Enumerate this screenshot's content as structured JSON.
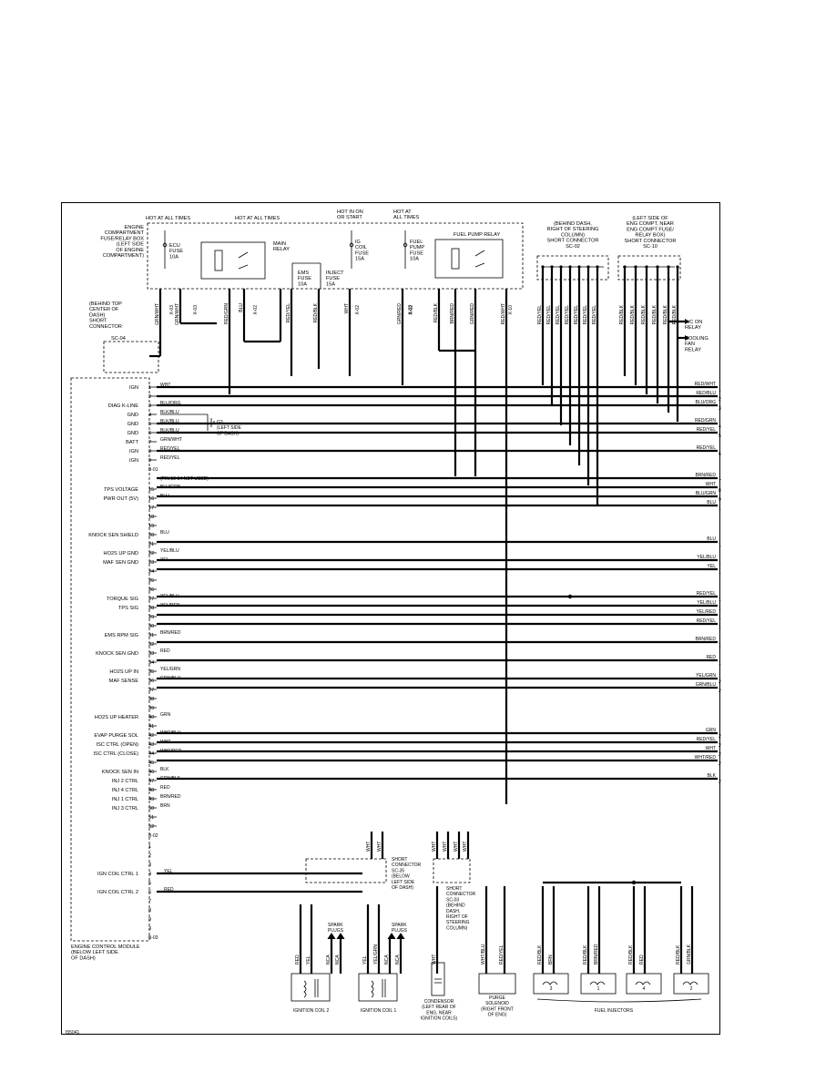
{
  "top_labels": {
    "hot1": "HOT AT ALL TIMES",
    "hot2": "HOT AT ALL TIMES",
    "hot_ign": [
      "HOT IN ON",
      "OR START"
    ],
    "hot3": [
      "HOT AT",
      "ALL TIMES"
    ],
    "fuse_box": [
      "ENGINE",
      "COMPARTMENT",
      "FUSE/RELAY BOX",
      "(LEFT SIDE",
      "OF ENGINE",
      "COMPARTMENT)"
    ],
    "ecu_fuse": [
      "ECU",
      "FUSE",
      "10A"
    ],
    "main_relay": [
      "MAIN",
      "RELAY"
    ],
    "ems_fuse": [
      "EMS",
      "FUSE",
      "10A"
    ],
    "inject_fuse": [
      "INJECT",
      "FUSE",
      "15A"
    ],
    "ig_coil_fuse": [
      "IG",
      "COIL",
      "FUSE",
      "15A"
    ],
    "fuel_pump_fuse": [
      "FUEL",
      "PUMP",
      "FUSE",
      "10A"
    ],
    "fuel_pump_relay": "FUEL PUMP RELAY",
    "sc02_label": [
      "(BEHIND DASH,",
      "RIGHT OF STEERING",
      "COLUMN)",
      "SHORT CONNECTOR",
      "SC-02"
    ],
    "sc10_label": [
      "(LEFT SIDE OF",
      "ENG COMPT, NEAR",
      "ENG COMPT FUSE/",
      "RELAY BOX)",
      "SHORT CONNECTOR",
      "SC-10"
    ],
    "sc04_label": [
      "(BEHIND TOP",
      "CENTER OF",
      "DASH)",
      "SHORT",
      "CONNECTOR"
    ],
    "sc04": "SC-04",
    "ac_relay": [
      "A/C ON",
      "RELAY"
    ],
    "cooling_relay": [
      "COOLING",
      "FAN",
      "RELAY"
    ],
    "x03": [
      "X-03",
      "X-03",
      "X-02",
      "X-02",
      "X-02",
      "X-03",
      "X-10"
    ]
  },
  "top_wires": [
    "GRN/WHT",
    "GRN/WHT",
    "RED/GRN",
    "BLU",
    "RED/YEL",
    "RED/BLK",
    "WHT",
    "GRN/RED",
    "RED/BLK",
    "BRN/RED",
    "GRN/RED",
    "RED/WHT"
  ],
  "sc02_wires": [
    "RED/YEL",
    "RED/YEL",
    "RED/YEL",
    "RED/YEL",
    "RED/YEL",
    "RED/YEL",
    "RED/YEL"
  ],
  "sc10_wires": [
    "RED/BLK",
    "RED/BLK",
    "RED/BLK",
    "RED/BLK",
    "RED/BLK",
    "RED/BLK"
  ],
  "ecm_pins": [
    {
      "pin": "1",
      "wire": "WHT",
      "func": "IGN"
    },
    {
      "pin": "2",
      "wire": "",
      "func": ""
    },
    {
      "pin": "3",
      "wire": "BLU/ORG",
      "func": "DIAG K-LINE"
    },
    {
      "pin": "4",
      "wire": "BLK/BLU",
      "func": "GND"
    },
    {
      "pin": "5",
      "wire": "BLK/BLU",
      "func": "GND"
    },
    {
      "pin": "6",
      "wire": "BLK/BLU",
      "func": "GND"
    },
    {
      "pin": "7",
      "wire": "GRN/WHT",
      "func": "BATT"
    },
    {
      "pin": "8",
      "wire": "RED/YEL",
      "func": "IGN"
    },
    {
      "pin": "9",
      "wire": "RED/YEL",
      "func": "IGN"
    },
    {
      "pin": "15",
      "wire": "BLU/GRN",
      "func": "TPS VOLTAGE"
    },
    {
      "pin": "16",
      "wire": "BLU",
      "func": "PWR OUT (5V)"
    },
    {
      "pin": "17",
      "wire": "",
      "func": ""
    },
    {
      "pin": "18",
      "wire": "",
      "func": ""
    },
    {
      "pin": "19",
      "wire": "",
      "func": ""
    },
    {
      "pin": "20",
      "wire": "BLU",
      "func": "KNOCK SEN SHIELD"
    },
    {
      "pin": "21",
      "wire": "",
      "func": ""
    },
    {
      "pin": "22",
      "wire": "YEL/BLU",
      "func": "HO2S UP GND"
    },
    {
      "pin": "23",
      "wire": "YEL",
      "func": "MAF SEN GND"
    },
    {
      "pin": "24",
      "wire": "",
      "func": ""
    },
    {
      "pin": "25",
      "wire": "",
      "func": ""
    },
    {
      "pin": "26",
      "wire": "",
      "func": ""
    },
    {
      "pin": "27",
      "wire": "YEL/BLU",
      "func": "TORQUE SIG"
    },
    {
      "pin": "28",
      "wire": "YEL/RED",
      "func": "TPS SIG"
    },
    {
      "pin": "29",
      "wire": "",
      "func": ""
    },
    {
      "pin": "30",
      "wire": "",
      "func": ""
    },
    {
      "pin": "31",
      "wire": "BRN/RED",
      "func": "EMS RPM SIG"
    },
    {
      "pin": "32",
      "wire": "",
      "func": ""
    },
    {
      "pin": "33",
      "wire": "RED",
      "func": "KNOCK SEN GND"
    },
    {
      "pin": "34",
      "wire": "",
      "func": ""
    },
    {
      "pin": "35",
      "wire": "YEL/GRN",
      "func": "HO2S UP IN"
    },
    {
      "pin": "36",
      "wire": "GRN/BLU",
      "func": "MAF SENSE"
    },
    {
      "pin": "37",
      "wire": "",
      "func": ""
    },
    {
      "pin": "38",
      "wire": "",
      "func": ""
    },
    {
      "pin": "39",
      "wire": "",
      "func": ""
    },
    {
      "pin": "40",
      "wire": "GRN",
      "func": "HO2S UP HEATER"
    },
    {
      "pin": "41",
      "wire": "",
      "func": ""
    },
    {
      "pin": "42",
      "wire": "WHT/BLU",
      "func": "EVAP PURGE SOL"
    },
    {
      "pin": "43",
      "wire": "WHT",
      "func": "ISC CTRL (OPEN)"
    },
    {
      "pin": "44",
      "wire": "WHT/RED",
      "func": "ISC CTRL (CLOSE)"
    },
    {
      "pin": "45",
      "wire": "",
      "func": ""
    },
    {
      "pin": "46",
      "wire": "BLK",
      "func": "KNOCK SEN IN"
    },
    {
      "pin": "47",
      "wire": "GRN/BLK",
      "func": "INJ 2 CTRL"
    },
    {
      "pin": "48",
      "wire": "RED",
      "func": "INJ 4 CTRL"
    },
    {
      "pin": "49",
      "wire": "BRN/RED",
      "func": "INJ 1 CTRL"
    },
    {
      "pin": "50",
      "wire": "BRN",
      "func": "INJ 3 CTRL"
    },
    {
      "pin": "51",
      "wire": "",
      "func": ""
    },
    {
      "pin": "52",
      "wire": "",
      "func": ""
    }
  ],
  "ecm_notes": {
    "b01": "B-01",
    "pins_not_used": "(PIN 10-14 NOT USED)",
    "b02": "B-02",
    "b03": "B-03",
    "g3": [
      "G3",
      "(LEFT SIDE",
      "OF DASH)"
    ]
  },
  "ecm_lower_pins": [
    {
      "pin": "1",
      "wire": "",
      "func": ""
    },
    {
      "pin": "2",
      "wire": "",
      "func": ""
    },
    {
      "pin": "3",
      "wire": "",
      "func": ""
    },
    {
      "pin": "4",
      "wire": "YEL",
      "func": "IGN COIL CTRL 1"
    },
    {
      "pin": "5",
      "wire": "",
      "func": ""
    },
    {
      "pin": "6",
      "wire": "RED",
      "func": "IGN COIL CTRL 2"
    },
    {
      "pin": "7",
      "wire": "",
      "func": ""
    },
    {
      "pin": "8",
      "wire": "",
      "func": ""
    },
    {
      "pin": "9",
      "wire": "",
      "func": ""
    },
    {
      "pin": "3",
      "wire": "",
      "func": ""
    }
  ],
  "ecm_title": [
    "ENGINE CONTROL MODULE",
    "(BELOW LEFT SIDE",
    "OF DASH)"
  ],
  "right_wires": [
    {
      "wire": "RED/WHT",
      "num": "1"
    },
    {
      "wire": "RED/BLU",
      "num": "2"
    },
    {
      "wire": "BLU/ORG",
      "num": "3"
    },
    {
      "wire": "RED/GRN",
      "num": "4"
    },
    {
      "wire": "RED/YEL",
      "num": "5"
    },
    {
      "wire": "RED/YEL",
      "num": "6"
    },
    {
      "wire": "BRN/RED",
      "num": "7"
    },
    {
      "wire": "WHT",
      "num": "8"
    },
    {
      "wire": "BLU/GRN",
      "num": "9"
    },
    {
      "wire": "BLU",
      "num": "10"
    },
    {
      "wire": "BLU",
      "num": "11"
    },
    {
      "wire": "YEL/BLU",
      "num": "12"
    },
    {
      "wire": "YEL",
      "num": "13"
    },
    {
      "wire": "RED/YEL",
      "num": "14"
    },
    {
      "wire": "YEL/BLU",
      "num": "15"
    },
    {
      "wire": "YEL/RED",
      "num": "16"
    },
    {
      "wire": "RED/YEL",
      "num": "17"
    },
    {
      "wire": "BRN/RED",
      "num": "18"
    },
    {
      "wire": "RED",
      "num": "19"
    },
    {
      "wire": "YEL/GRN",
      "num": "20"
    },
    {
      "wire": "GRN/BLU",
      "num": "21"
    },
    {
      "wire": "GRN",
      "num": "22"
    },
    {
      "wire": "RED/YEL",
      "num": "23"
    },
    {
      "wire": "WHT",
      "num": "24"
    },
    {
      "wire": "WHT/RED",
      "num": "25"
    },
    {
      "wire": "BLK",
      "num": "26"
    }
  ],
  "bottom": {
    "sc35": [
      "SHORT",
      "CONNECTOR",
      "SC-35",
      "(BELOW",
      "LEFT SIDE",
      "OF DASH)"
    ],
    "sc03": [
      "SHORT",
      "CONNECTOR",
      "SC-03",
      "(BEHIND",
      "DASH,",
      "RIGHT OF",
      "STEERING",
      "COLUMN)"
    ],
    "spark1": [
      "SPARK",
      "PLUGS"
    ],
    "spark2": [
      "SPARK",
      "PLUGS"
    ],
    "coil2": "IGNITION COIL 2",
    "coil1": "IGNITION COIL 1",
    "condenser": [
      "CONDENSOR",
      "(LEFT REAR OF",
      "ENG, NEAR",
      "IGNITION COILS)"
    ],
    "purge": [
      "PURGE",
      "SOLENOID",
      "(RIGHT FRONT",
      "OF ENG)"
    ],
    "injectors": "FUEL INJECTORS",
    "inj_nums": [
      "3",
      "1",
      "4",
      "2"
    ],
    "coil_wires": [
      "RED",
      "YEL",
      "NCA",
      "NCA",
      "YEL",
      "YEL/GRN",
      "NCA",
      "NCA"
    ],
    "other_wires": [
      "WHT",
      "WHT/BLU",
      "RED/YEL",
      "RED/BLK",
      "BRN",
      "RED/BLK",
      "BRN/RED",
      "RED/BLK",
      "RED",
      "RED/BLK",
      "GRN/BLK"
    ],
    "sc_wires": [
      "WHT",
      "WHT",
      "WHT",
      "WHT",
      "WHT",
      "WHT"
    ],
    "figure_id": "I55041"
  }
}
